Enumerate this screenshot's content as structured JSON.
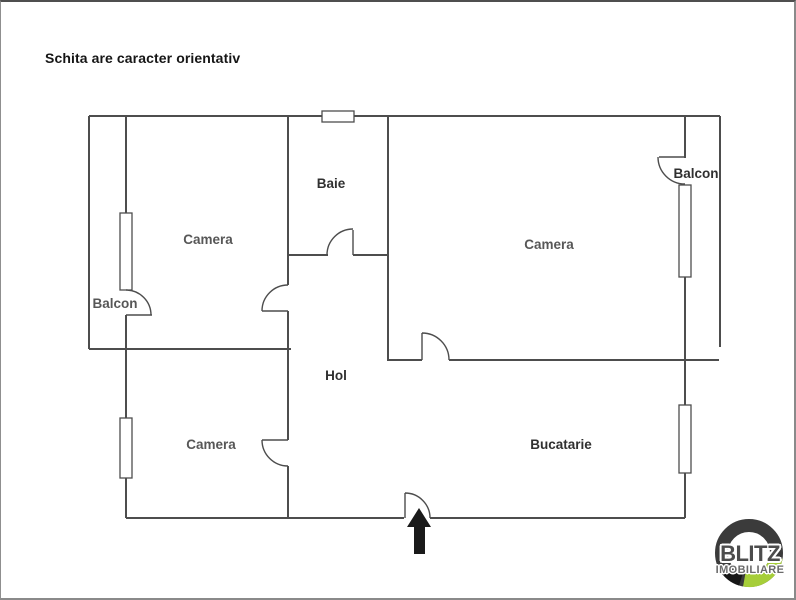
{
  "disclaimer": "Schita are caracter orientativ",
  "rooms": {
    "baie": "Baie",
    "camera_top_left": "Camera",
    "camera_top_right": "Camera",
    "camera_bottom_left": "Camera",
    "hol": "Hol",
    "bucatarie": "Bucatarie",
    "balcon_left": "Balcon",
    "balcon_right": "Balcon"
  },
  "icons": {
    "entrance_arrow": "up-arrow"
  },
  "logo": {
    "brand": "BLITZ",
    "tagline": "IMOBILIARE",
    "ring_color": "#3b3b3b",
    "accent_green": "#a6ce39",
    "accent_black": "#161616",
    "text_color": "#4c4c4c"
  },
  "colors": {
    "background": "#ffffff",
    "wall_line": "#4d4d4d",
    "border": "#8a8a8a"
  }
}
